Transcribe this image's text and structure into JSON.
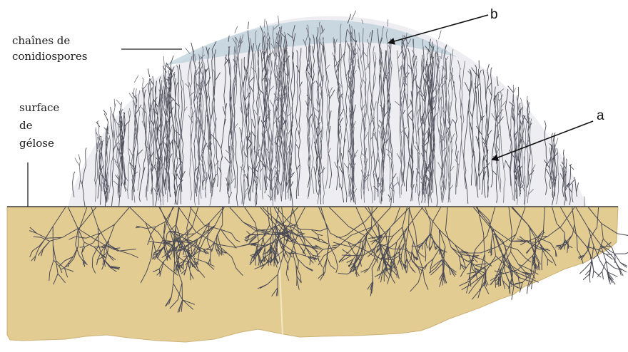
{
  "labels": {
    "conidiophore_chains": [
      "chaînes de",
      "conidiospores"
    ],
    "agar_surface": [
      "surface",
      "de",
      "gélose"
    ],
    "letter_a": "a",
    "letter_b": "b"
  },
  "colors": {
    "agar": "#e3cc92",
    "agar_edge": "#cdb176",
    "hyphae": "#4a4a55",
    "hyphae_light": "#6e6e7a",
    "spore_tint": "#b9cfd9",
    "dome_bg": "#ececf1"
  }
}
